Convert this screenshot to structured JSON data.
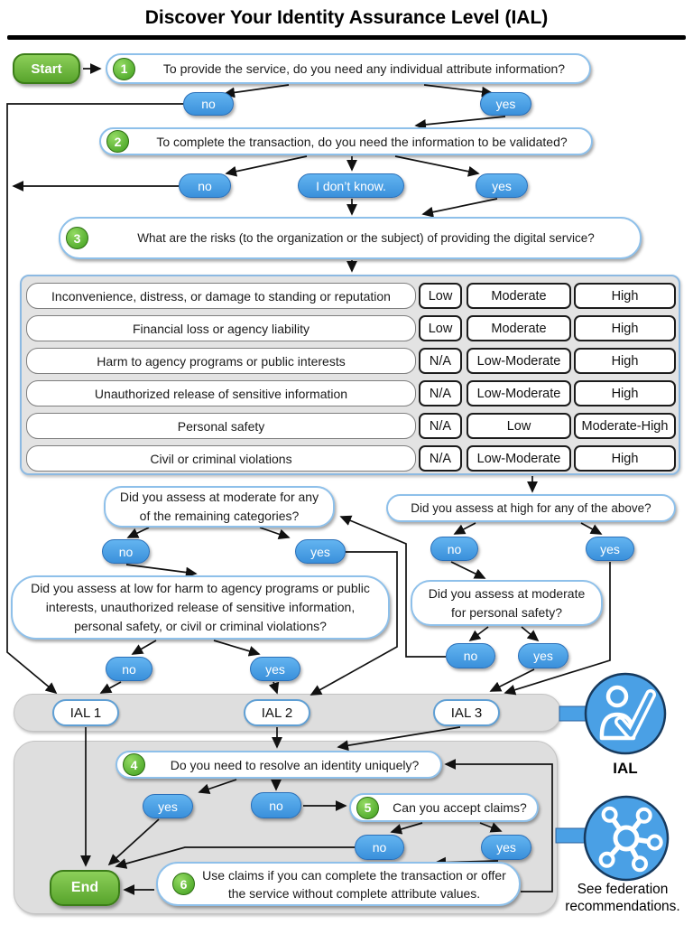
{
  "title": "Discover Your Identity Assurance Level (IAL)",
  "flow": {
    "start": "Start",
    "end": "End",
    "answers": {
      "no": "no",
      "yes": "yes",
      "dont_know": "I don’t know."
    },
    "q1": {
      "num": "1",
      "text": "To provide the service, do you need any individual attribute information?"
    },
    "q2": {
      "num": "2",
      "text": "To complete the transaction, do you need the information to be validated?"
    },
    "q3": {
      "num": "3",
      "text": "What are the risks (to the organization or the subject) of providing the digital service?"
    },
    "q4": {
      "num": "4",
      "text": "Do you need to resolve an identity uniquely?"
    },
    "q5": {
      "num": "5",
      "text": "Can you accept claims?"
    },
    "q6": {
      "num": "6",
      "text": "Use claims if you can complete the transaction or offer the service without complete attribute values."
    },
    "moderate_any": "Did you assess at moderate for any of the remaining categories?",
    "high_any": "Did you assess at high for any of the above?",
    "low_harm": "Did you assess at low for harm to agency programs or public interests, unauthorized release of sensitive information, personal safety, or civil or criminal violations?",
    "moderate_safety": "Did you assess at moderate for personal safety?"
  },
  "risk_table": {
    "rows": [
      {
        "label": "Inconvenience, distress, or damage to standing or reputation",
        "levels": [
          "Low",
          "Moderate",
          "High"
        ]
      },
      {
        "label": "Financial loss or agency liability",
        "levels": [
          "Low",
          "Moderate",
          "High"
        ]
      },
      {
        "label": "Harm to agency programs or public interests",
        "levels": [
          "N/A",
          "Low-Moderate",
          "High"
        ]
      },
      {
        "label": "Unauthorized release of sensitive information",
        "levels": [
          "N/A",
          "Low-Moderate",
          "High"
        ]
      },
      {
        "label": "Personal safety",
        "levels": [
          "N/A",
          "Low",
          "Moderate-High"
        ]
      },
      {
        "label": "Civil or criminal violations",
        "levels": [
          "N/A",
          "Low-Moderate",
          "High"
        ]
      }
    ]
  },
  "ial_band": {
    "levels": [
      "IAL 1",
      "IAL 2",
      "IAL 3"
    ]
  },
  "legend": {
    "ial_caption": "IAL",
    "federation_caption": "See federation recommendations."
  },
  "colors": {
    "pill_blue": "#4aa0e5",
    "pill_border": "#2a6fb8",
    "question_border_blue": "#8ec0ea",
    "green_node": "#6cbf44",
    "green_node_border": "#3b7d18",
    "number_circle_green": "#4ea727",
    "panel_grey": "#dedede",
    "arrow_black": "#111111"
  }
}
